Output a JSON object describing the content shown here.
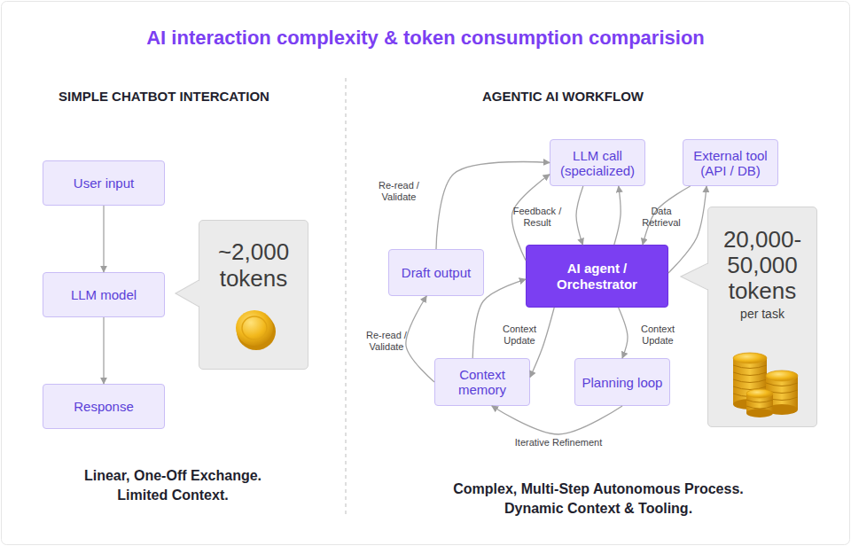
{
  "diagram": {
    "title": "AI interaction complexity & token consumption comparision",
    "nodes": [
      {
        "text": [
          "User input"
        ]
      },
      {
        "text": [
          "LLM model"
        ]
      },
      {
        "text": [
          "Response"
        ]
      },
      {
        "text": [
          "~2,000 tokens"
        ]
      },
      {
        "text": [
          "LLM call (specialized)"
        ]
      },
      {
        "text": [
          "External tool (API / DB)"
        ]
      },
      {
        "text": [
          "Draft output"
        ]
      },
      {
        "text": [
          "AI agent / Orchestrator"
        ]
      },
      {
        "text": [
          "Context memory"
        ]
      },
      {
        "text": [
          "Planning loop"
        ]
      },
      {
        "text": [
          "20,000- 50,000 tokens",
          "per task"
        ]
      }
    ],
    "edges": [
      {
        "from": 0,
        "to": 1,
        "arrow": "to"
      },
      {
        "from": 1,
        "to": 2,
        "arrow": "to"
      },
      {
        "from": 6,
        "to": 4,
        "label": "Re-read / Validate",
        "arrow": "to"
      },
      {
        "from": 7,
        "to": 4,
        "arrow": "to"
      },
      {
        "from": 4,
        "to": 7,
        "label": "Feedback / Result",
        "arrow": "to"
      },
      {
        "from": 7,
        "to": 4,
        "arrow": "to"
      },
      {
        "from": 7,
        "to": 5,
        "arrow": "to"
      },
      {
        "from": 5,
        "to": 7,
        "label": "Data Retrieval",
        "arrow": "to"
      },
      {
        "from": 7,
        "to": 8,
        "label": "Context Update",
        "arrow": "to"
      },
      {
        "from": 8,
        "to": 7,
        "arrow": "to"
      },
      {
        "from": 7,
        "to": 9,
        "label": "Context Update",
        "arrow": "to"
      },
      {
        "from": 8,
        "to": 6,
        "label": "Re-read / Validate",
        "arrow": "to"
      },
      {
        "from": 9,
        "to": 8,
        "label": "Iterative Refinement",
        "arrow": "to"
      }
    ],
    "labels": [
      "SIMPLE CHATBOT INTERCATION",
      "AGENTIC AI WORKFLOW",
      "Linear, One-Off Exchange. Limited Context.",
      "Complex, Multi-Step Autonomous Process. Dynamic Context & Tooling."
    ]
  }
}
